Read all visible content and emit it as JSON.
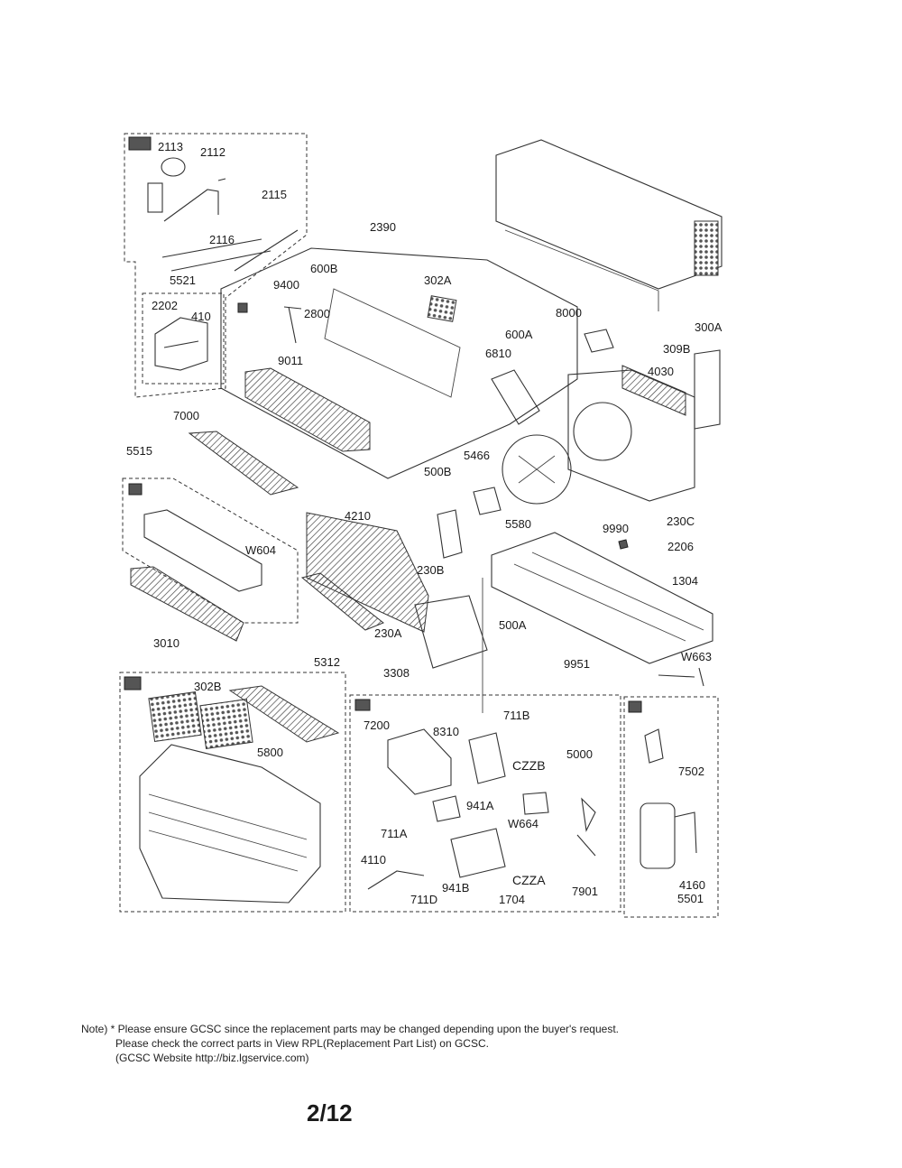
{
  "labels": {
    "l2113": "2113",
    "l2112": "2112",
    "l2115": "2115",
    "l2116": "2116",
    "l5521": "5521",
    "l2202": "2202",
    "l410": "410",
    "l9400": "9400",
    "l600B": "600B",
    "l2800": "2800",
    "l9011": "9011",
    "l2390": "2390",
    "l302A": "302A",
    "l600A": "600A",
    "l6810": "6810",
    "l8000": "8000",
    "l300A": "300A",
    "l309B": "309B",
    "l4030": "4030",
    "l7000": "7000",
    "l5515": "5515",
    "l5466": "5466",
    "l500B": "500B",
    "l5580": "5580",
    "l9990": "9990",
    "l230C": "230C",
    "l2206": "2206",
    "l4210": "4210",
    "l1304": "1304",
    "lW604": "W604",
    "l230B": "230B",
    "l3010": "3010",
    "l230A": "230A",
    "l500A": "500A",
    "l5312": "5312",
    "l3308": "3308",
    "l9951": "9951",
    "lW663": "W663",
    "l302B": "302B",
    "l5800": "5800",
    "l7200": "7200",
    "l8310": "8310",
    "l711B": "711B",
    "lCZZB": "CZZB",
    "l5000": "5000",
    "l7502": "7502",
    "l941A": "941A",
    "lW664": "W664",
    "l711A": "711A",
    "l4110": "4110",
    "l941B": "941B",
    "lCZZA": "CZZA",
    "l711D": "711D",
    "l1704": "1704",
    "l7901": "7901",
    "l4160": "4160",
    "l5501": "5501"
  },
  "note": {
    "line1": "Note) * Please ensure GCSC since the replacement parts may be changed depending upon the buyer's request.",
    "line2": "Please check  the correct parts in View RPL(Replacement Part List) on GCSC.",
    "line3": "(GCSC Website  http://biz.lgservice.com)"
  },
  "page_number": "2/12"
}
